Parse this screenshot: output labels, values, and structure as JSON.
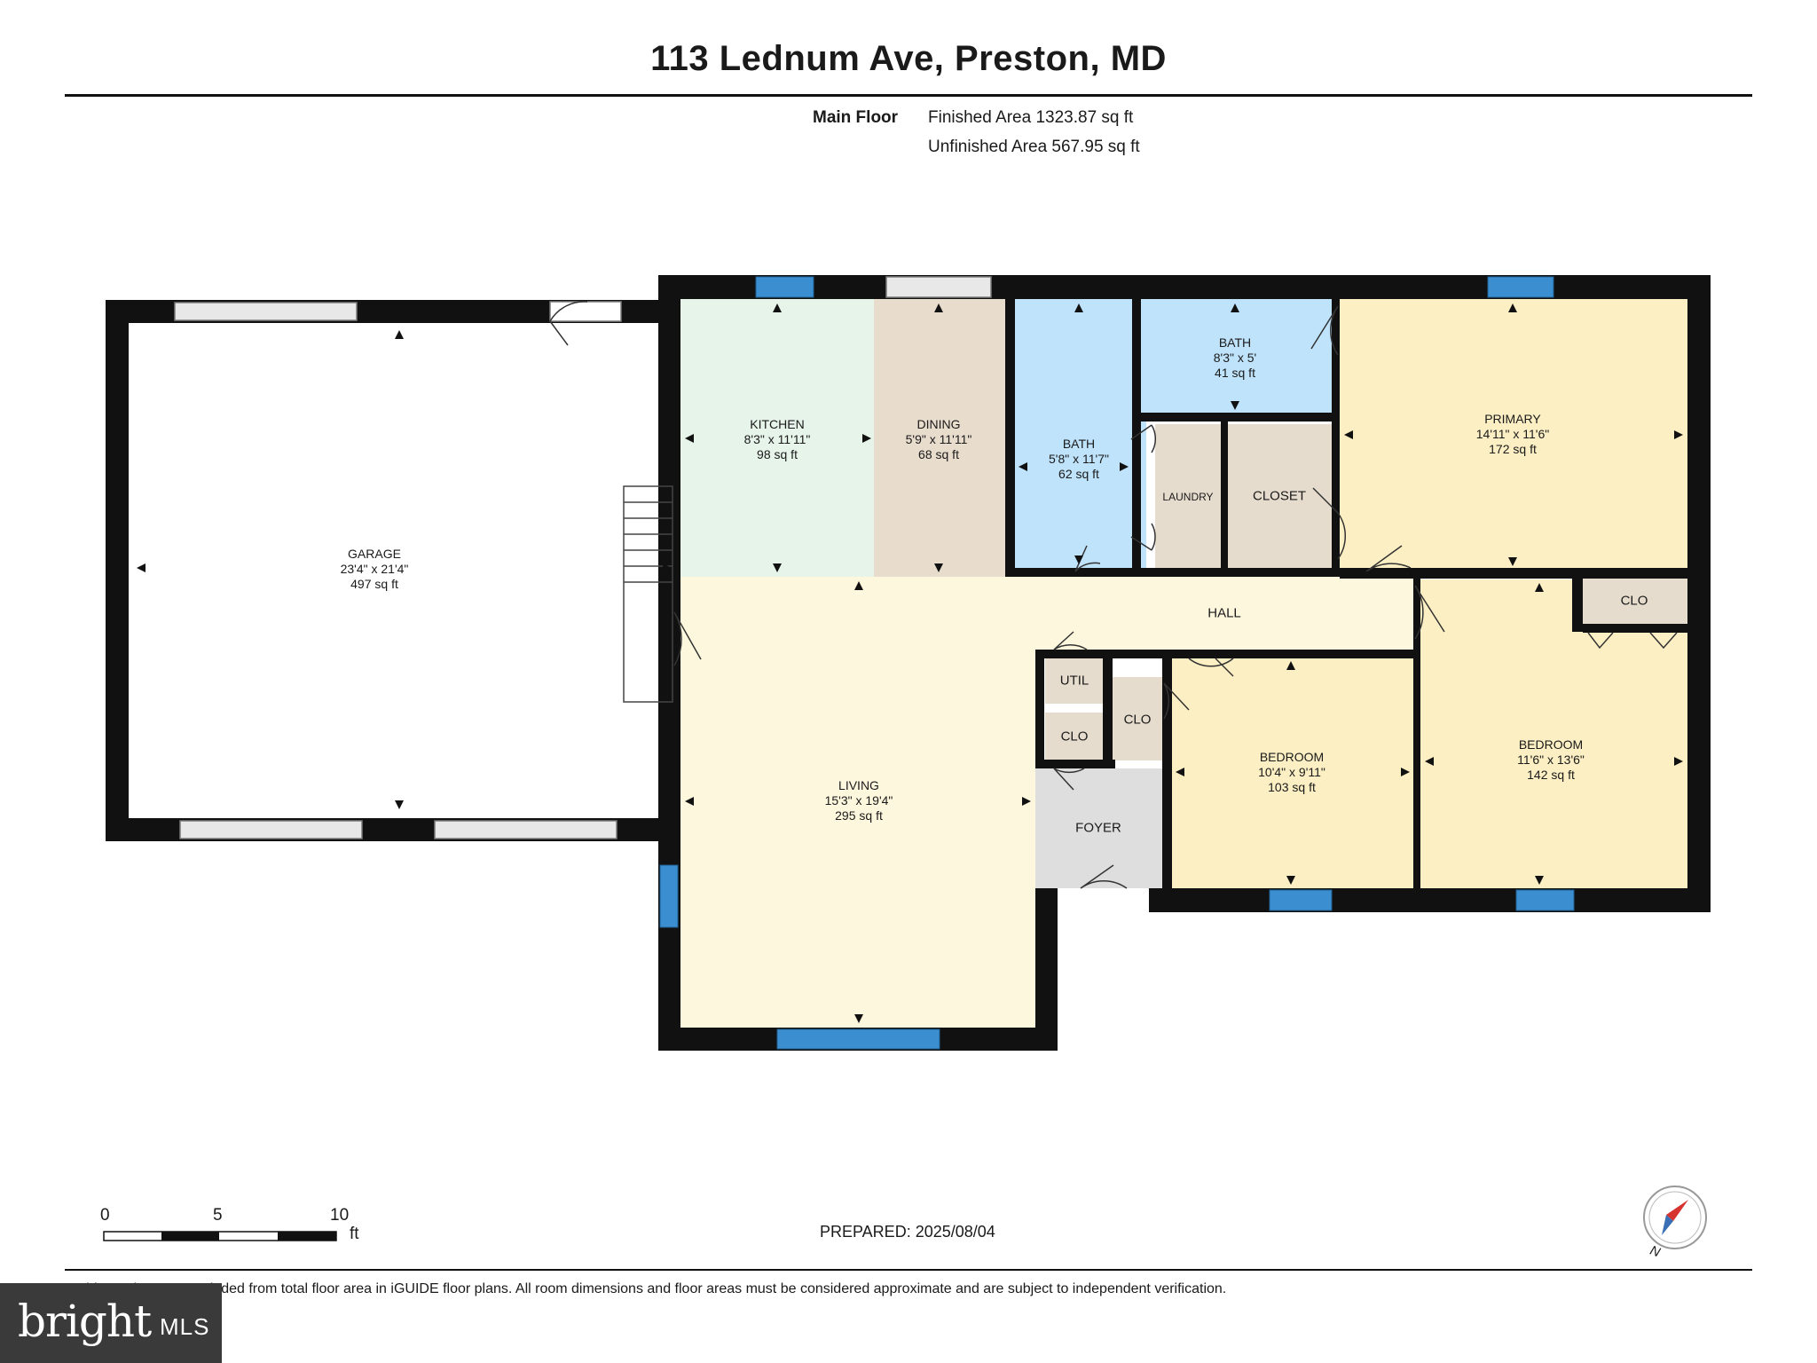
{
  "title": "113 Lednum Ave, Preston, MD",
  "summary": {
    "floor_label": "Main Floor",
    "finished": "Finished Area 1323.87 sq ft",
    "unfinished": "Unfinished Area 567.95 sq ft"
  },
  "rooms": {
    "garage": {
      "name": "GARAGE",
      "dims": "23'4\" x 21'4\"",
      "area": "497 sq ft"
    },
    "kitchen": {
      "name": "KITCHEN",
      "dims": "8'3\" x 11'11\"",
      "area": "98 sq ft"
    },
    "dining": {
      "name": "DINING",
      "dims": "5'9\" x 11'11\"",
      "area": "68 sq ft"
    },
    "bath1": {
      "name": "BATH",
      "dims": "5'8\" x 11'7\"",
      "area": "62 sq ft"
    },
    "bath2": {
      "name": "BATH",
      "dims": "8'3\" x 5'",
      "area": "41 sq ft"
    },
    "primary": {
      "name": "PRIMARY",
      "dims": "14'11\" x 11'6\"",
      "area": "172 sq ft"
    },
    "living": {
      "name": "LIVING",
      "dims": "15'3\" x 19'4\"",
      "area": "295 sq ft"
    },
    "bedroom1": {
      "name": "BEDROOM",
      "dims": "10'4\" x 9'11\"",
      "area": "103 sq ft"
    },
    "bedroom2": {
      "name": "BEDROOM",
      "dims": "11'6\" x 13'6\"",
      "area": "142 sq ft"
    },
    "laundry": "LAUNDRY",
    "closet": "CLOSET",
    "hall": "HALL",
    "util": "UTIL",
    "clo_a": "CLO",
    "clo_b": "CLO",
    "clo_c": "CLO",
    "foyer": "FOYER"
  },
  "scale": {
    "n0": "0",
    "n5": "5",
    "n10": "10",
    "unit": "ft"
  },
  "prepared": "PREPARED: 2025/08/04",
  "compass_label": "N",
  "disclaimer": "White regions are excluded from total floor area in iGUIDE floor plans. All room dimensions and floor areas must be considered approximate and are subject to independent verification.",
  "logo": {
    "word": "bright",
    "suffix": "MLS"
  },
  "colors": {
    "wall": "#111111",
    "window": "#3b8fd0",
    "kitchen": "#e6f4ea",
    "dining": "#e8dccd",
    "bath": "#bfe3fb",
    "bedroom": "#fcefc3",
    "living": "#fdf7dd",
    "utility": "#e6dccd",
    "foyer": "#dedede"
  }
}
